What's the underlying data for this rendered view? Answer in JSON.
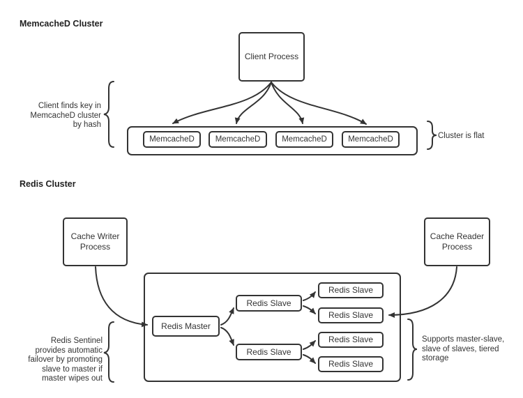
{
  "memcached_section": {
    "title": "MemcacheD Cluster",
    "client_label": "Client Process",
    "nodes": [
      "MemcacheD",
      "MemcacheD",
      "MemcacheD",
      "MemcacheD"
    ],
    "left_note": "Client finds key in\nMemcacheD cluster\nby hash",
    "right_note": "Cluster is flat"
  },
  "redis_section": {
    "title": "Redis Cluster",
    "writer_label": "Cache Writer\nProcess",
    "reader_label": "Cache Reader\nProcess",
    "master_label": "Redis Master",
    "tier1_nodes": [
      "Redis Slave",
      "Redis Slave"
    ],
    "tier2_nodes": [
      "Redis Slave",
      "Redis Slave",
      "Redis Slave",
      "Redis Slave"
    ],
    "left_note": "Redis Sentinel\nprovides automatic\nfailover by promoting\nslave to master if\nmaster wipes out",
    "right_note": "Supports master-slave,\nslave of slaves, tiered\nstorage"
  },
  "colors": {
    "stroke": "#333333",
    "text": "#333333",
    "background": "#ffffff"
  }
}
